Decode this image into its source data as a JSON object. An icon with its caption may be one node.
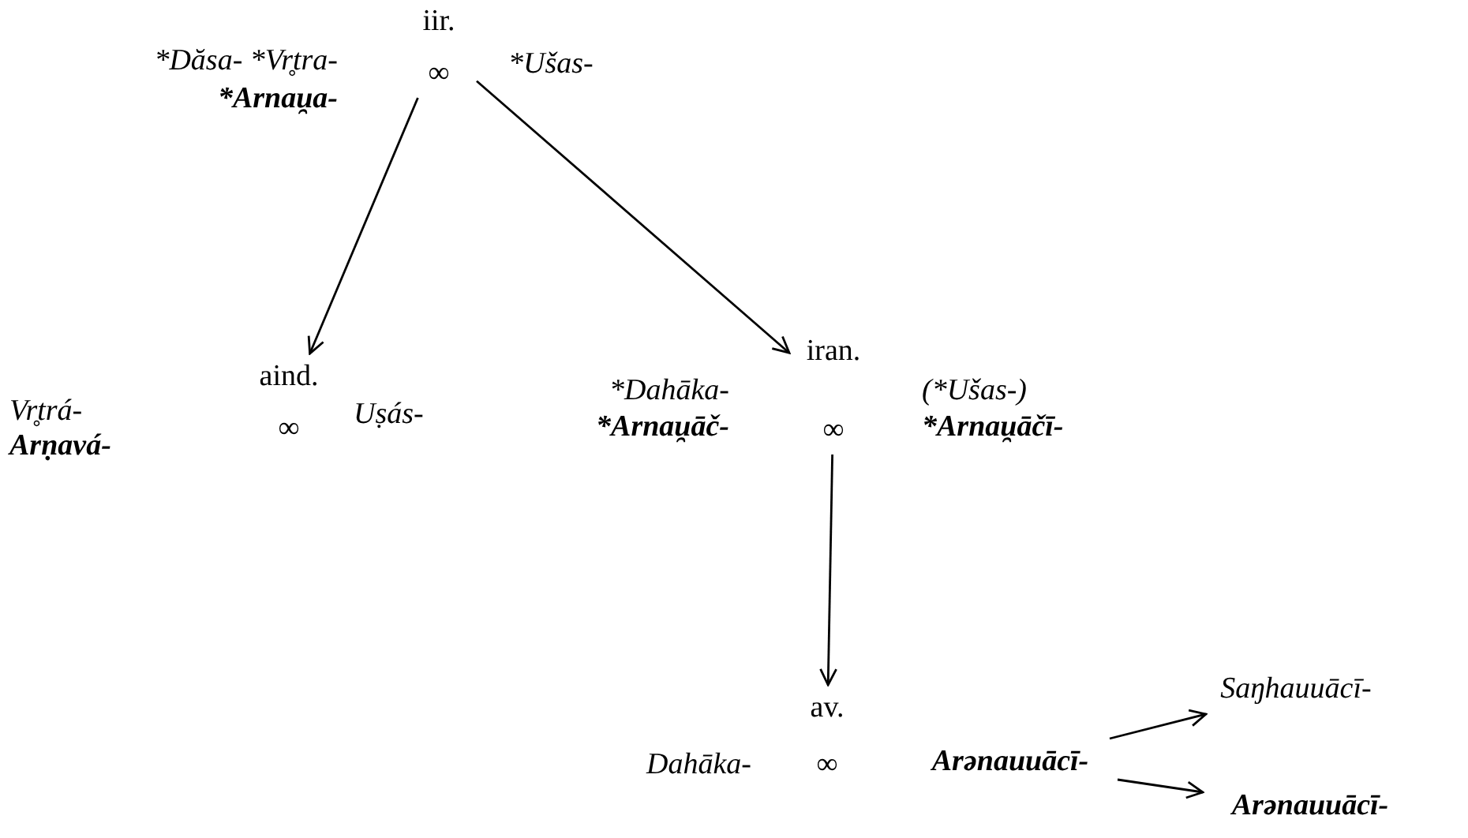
{
  "diagram": {
    "nodes": [
      {
        "text": [
          "iir.",
          "∞"
        ],
        "beside": [
          "*Dăsa- *Vr̥tra-",
          "*Arnau̯a-",
          "*Ušas-"
        ]
      },
      {
        "text": [
          "aind.",
          "∞"
        ],
        "beside": [
          "Vr̥trá-",
          "Arṇavá-",
          "Uṣás-"
        ]
      },
      {
        "text": [
          "iran.",
          "∞"
        ],
        "beside": [
          "*Dahāka-",
          "*Arnau̯āč-",
          "(*Ušas-)",
          "*Arnau̯āčī-"
        ]
      },
      {
        "text": [
          "av.",
          "∞"
        ],
        "beside": [
          "Dahāka-"
        ]
      },
      {
        "text": [
          "Arənauuācī-"
        ]
      },
      {
        "text": [
          "Saŋhauuācī-"
        ]
      },
      {
        "text": [
          "Arənauuācī-"
        ]
      }
    ],
    "edges": [
      {
        "from": 0,
        "to": 1,
        "arrow": "to"
      },
      {
        "from": 0,
        "to": 2,
        "arrow": "to"
      },
      {
        "from": 2,
        "to": 3,
        "arrow": "to"
      },
      {
        "from": 4,
        "to": 5,
        "arrow": "to"
      },
      {
        "from": 4,
        "to": 6,
        "arrow": "to"
      }
    ]
  }
}
